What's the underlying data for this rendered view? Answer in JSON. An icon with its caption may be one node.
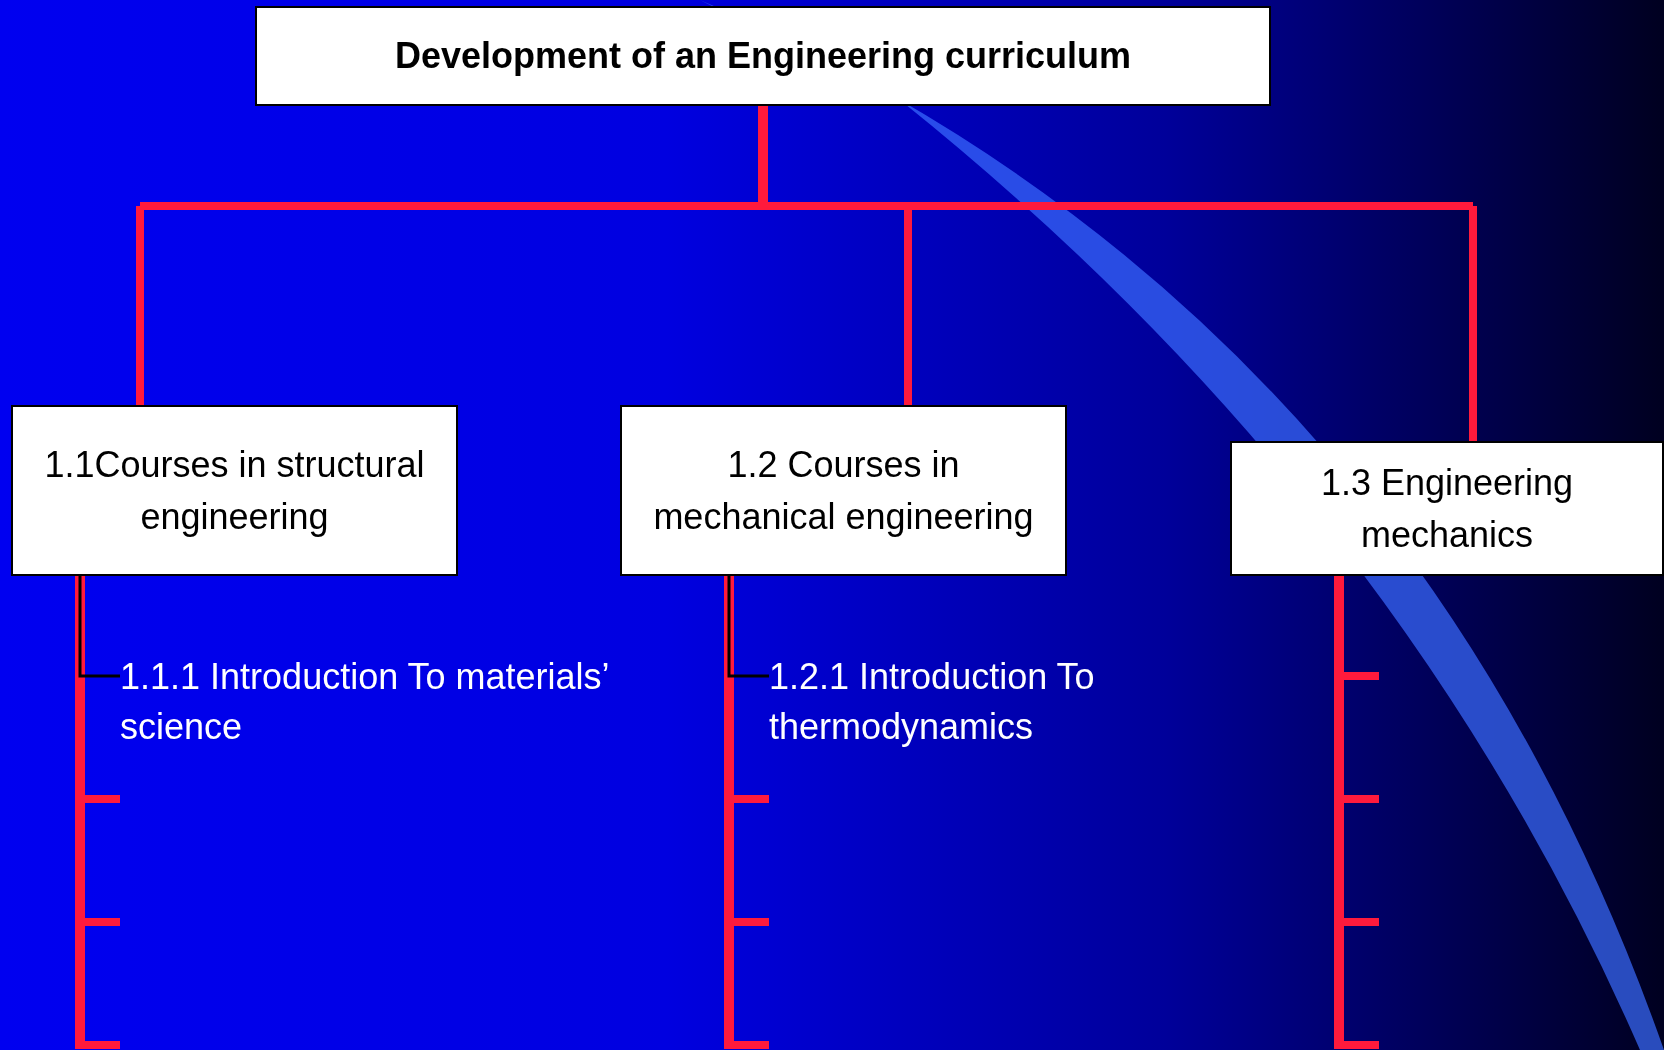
{
  "diagram": {
    "nodes": [
      {
        "text": [
          "Development of an Engineering curriculum"
        ]
      },
      {
        "text": [
          "1.1Courses in structural engineering"
        ]
      },
      {
        "text": [
          "1.2 Courses in mechanical engineering"
        ]
      },
      {
        "text": [
          "1.3 Engineering mechanics"
        ]
      },
      {
        "text": [
          "1.1.1 Introduction To materials’ science"
        ]
      },
      {
        "text": [
          "1.2.1 Introduction To thermodynamics"
        ]
      }
    ],
    "edges": [
      {
        "from": 0,
        "to": 1,
        "arrow": "none"
      },
      {
        "from": 0,
        "to": 2,
        "arrow": "none"
      },
      {
        "from": 0,
        "to": 3,
        "arrow": "none"
      },
      {
        "from": 1,
        "to": 4,
        "arrow": "none",
        "color": "#000000"
      },
      {
        "from": 1,
        "to": null,
        "arrow": "none"
      },
      {
        "from": 1,
        "to": null,
        "arrow": "none"
      },
      {
        "from": 1,
        "to": null,
        "arrow": "none"
      },
      {
        "from": 2,
        "to": 5,
        "arrow": "none",
        "color": "#000000"
      },
      {
        "from": 2,
        "to": null,
        "arrow": "none"
      },
      {
        "from": 2,
        "to": null,
        "arrow": "none"
      },
      {
        "from": 2,
        "to": null,
        "arrow": "none"
      },
      {
        "from": 3,
        "to": null,
        "arrow": "none"
      },
      {
        "from": 3,
        "to": null,
        "arrow": "none"
      },
      {
        "from": 3,
        "to": null,
        "arrow": "none"
      },
      {
        "from": 3,
        "to": null,
        "arrow": "none"
      }
    ]
  }
}
